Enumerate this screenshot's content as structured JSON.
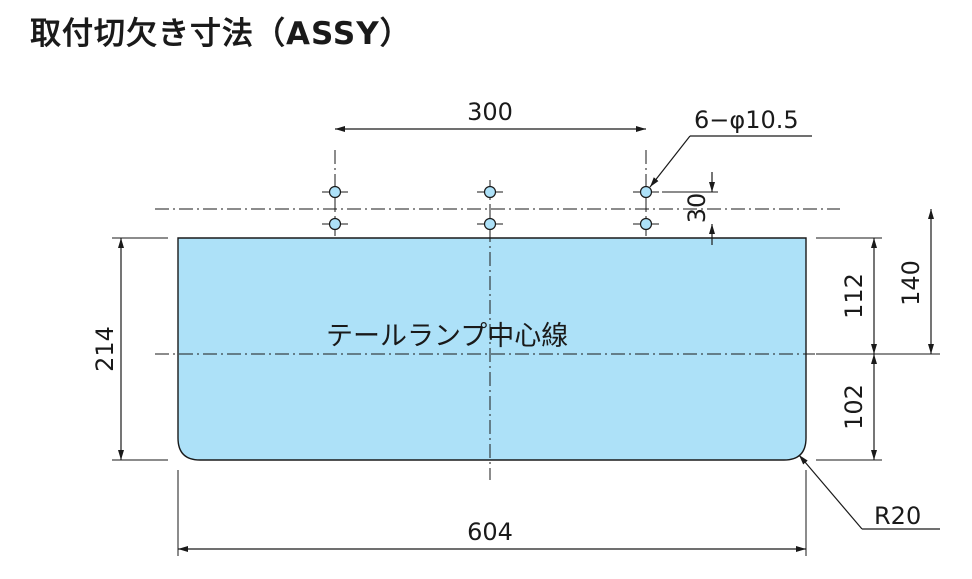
{
  "title": "取付切欠き寸法（ASSY）",
  "colors": {
    "panel_fill": "#ade1f8",
    "line": "#1a1a1a"
  },
  "centerline_label": "テールランプ中心線",
  "dimensions": {
    "hole_pitch": "300",
    "hole_spec": "6−φ10.5",
    "hole_row_gap": "30",
    "total_height": "214",
    "upper_height": "112",
    "hole_to_centerline": "140",
    "lower_height": "102",
    "width": "604",
    "corner_radius": "R20"
  }
}
